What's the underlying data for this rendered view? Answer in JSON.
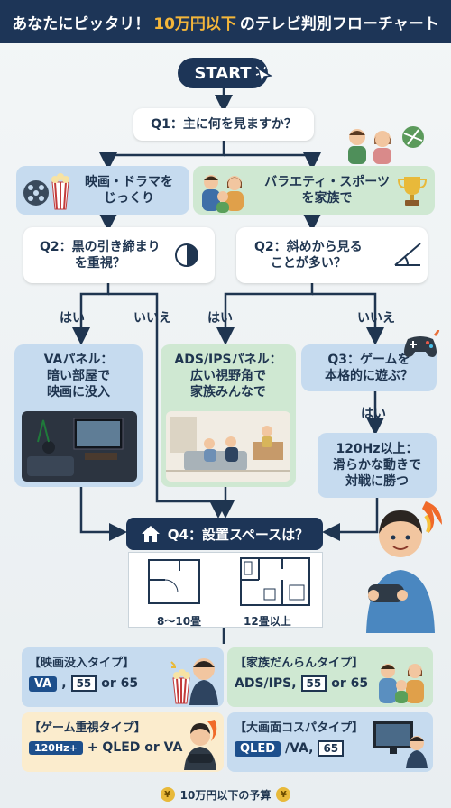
{
  "title": {
    "main": "あなたにピッタリ！",
    "accent": "10万円以下",
    "tail": "のテレビ判別フローチャート"
  },
  "start": "START",
  "q1": "Q1：主に何を見ますか？",
  "branch_left": "映画・ドラマを\nじっくり",
  "branch_right": "バラエティ・スポーツ\nを家族で",
  "q2_left": "Q2：黒の引き締まり\nを重視？",
  "q2_right": "Q2：斜めから見る\nことが多い？",
  "yes": "はい",
  "no": "いいえ",
  "result_va": "VAパネル：\n暗い部屋で\n映画に没入",
  "result_ips": "ADS/IPSパネル：\n広い視野角で\n家族みんなで",
  "q3": "Q3：ゲームを\n本格的に遊ぶ？",
  "result_120": "120Hz以上：\n滑らかな動きで\n対戦に勝つ",
  "q4": "Q4：設置スペースは？",
  "plan_small": "8〜10畳",
  "plan_large": "12畳以上",
  "cards": {
    "movie": {
      "title": "【映画没入タイプ】",
      "pill": "VA",
      "size": "55",
      "or": "or 65"
    },
    "family": {
      "title": "【家族だんらんタイプ】",
      "prefix": "ADS/IPS,",
      "size": "55",
      "or": "or 65"
    },
    "game": {
      "title": "【ゲーム重視タイプ】",
      "pill": "120Hz+",
      "rest": "+ QLED or VA"
    },
    "bigscreen": {
      "title": "【大画面コスパタイプ】",
      "pill": "QLED",
      "rest": "/VA,",
      "size": "65"
    }
  },
  "footer": "10万円以下の予算",
  "coin_symbol": "¥",
  "colors": {
    "navy": "#1d3557",
    "accent": "#f4b63a",
    "blue": "#c6dbef",
    "green": "#cfe8d2",
    "cream": "#fbeccd",
    "pill": "#1d4f8c"
  }
}
